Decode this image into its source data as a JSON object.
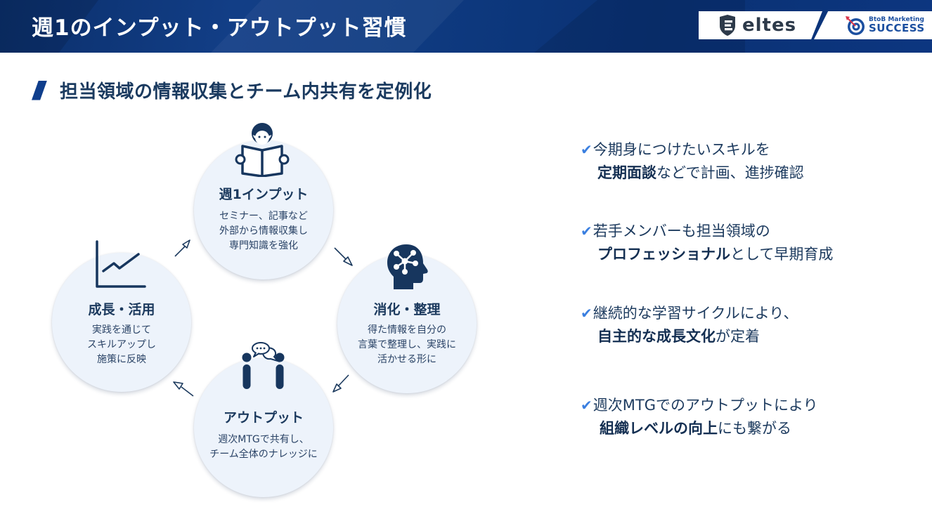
{
  "header": {
    "title": "週1のインプット・アウトプット習慣",
    "logos": [
      {
        "name": "eltes",
        "text": "eltes"
      },
      {
        "name": "btob-marketing-success",
        "text_top": "BtoB Marketing",
        "text_bottom": "SUCCESS"
      }
    ]
  },
  "subtitle": "担当領域の情報収集とチーム内共有を定例化",
  "cycle": {
    "steps": [
      {
        "id": "input",
        "icon": "person-reading-book-icon",
        "title": "週1インプット",
        "desc": [
          "セミナー、記事など",
          "外部から情報収集し",
          "専門知識を強化"
        ]
      },
      {
        "id": "digest",
        "icon": "head-network-icon",
        "title": "消化・整理",
        "desc": [
          "得た情報を自分の",
          "言葉で整理し、実践に",
          "活かせる形に"
        ]
      },
      {
        "id": "output",
        "icon": "two-people-chat-icon",
        "title": "アウトプット",
        "desc": [
          "週次MTGで共有し、",
          "チーム全体のナレッジに"
        ]
      },
      {
        "id": "growth",
        "icon": "line-chart-growth-icon",
        "title": "成長・活用",
        "desc": [
          "実践を通じて",
          "スキルアップし",
          "施策に反映"
        ]
      }
    ],
    "arrows": [
      "input-to-digest",
      "digest-to-output",
      "output-to-growth",
      "growth-to-input"
    ]
  },
  "benefits": [
    {
      "line1": "今期身につけたいスキルを",
      "line2_bold": "定期面談",
      "line2_rest": "などで計画、進捗確認"
    },
    {
      "line1": "若手メンバーも担当領域の",
      "line2_bold": "プロフェッショナル",
      "line2_rest": "として早期育成"
    },
    {
      "line1": "継続的な学習サイクルにより、",
      "line2_bold": "自主的な成長文化",
      "line2_rest": "が定着"
    },
    {
      "line1": "週次MTGでのアウトプットにより",
      "line2_bold": "組織レベルの向上",
      "line2_rest": "にも繋がる"
    }
  ],
  "check_glyph": "✔",
  "colors": {
    "header_bg": "#0e3a80",
    "title_text": "#1c3a5e",
    "circle_bg": "#edf3fb",
    "check": "#3a7fe0",
    "icon": "#17365e"
  }
}
